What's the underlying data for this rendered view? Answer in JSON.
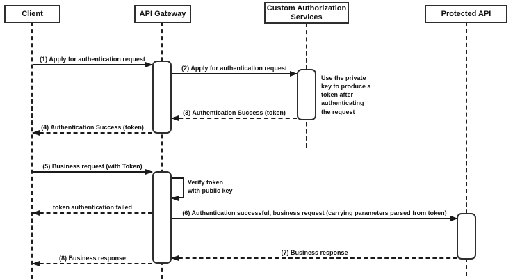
{
  "diagram_type": "sequence-diagram",
  "actors": [
    {
      "name": "Client"
    },
    {
      "name": "API Gateway"
    },
    {
      "name": "Custom Authorization Services"
    },
    {
      "name": "Protected API"
    }
  ],
  "messages": [
    {
      "label": "(1) Apply for authentication request",
      "from": "Client",
      "to": "API Gateway",
      "line": "solid",
      "direction": "right"
    },
    {
      "label": "(2) Apply for authentication request",
      "from": "API Gateway",
      "to": "Custom Authorization Services",
      "line": "solid",
      "direction": "right"
    },
    {
      "label": "(3) Authentication Success (token)",
      "from": "Custom Authorization Services",
      "to": "API Gateway",
      "line": "dashed",
      "direction": "left"
    },
    {
      "label": "(4) Authentication Success (token)",
      "from": "API Gateway",
      "to": "Client",
      "line": "dashed",
      "direction": "left"
    },
    {
      "label": "(5) Business request (with Token)",
      "from": "Client",
      "to": "API Gateway",
      "line": "solid",
      "direction": "right"
    },
    {
      "label": "token authentication failed",
      "from": "API Gateway",
      "to": "Client",
      "line": "dashed",
      "direction": "left"
    },
    {
      "label": "(6) Authentication successful, business request (carrying parameters parsed from token)",
      "from": "API Gateway",
      "to": "Protected API",
      "line": "solid",
      "direction": "right"
    },
    {
      "label": "(7) Business response",
      "from": "Protected API",
      "to": "API Gateway",
      "line": "dashed",
      "direction": "left"
    },
    {
      "label": "(8) Business response",
      "from": "API Gateway",
      "to": "Client",
      "line": "dashed",
      "direction": "left"
    }
  ],
  "self_message": {
    "label": "Verify token\nwith public key",
    "actor": "API Gateway"
  },
  "note": {
    "text": "Use the private\nkey to produce a\ntoken after\nauthenticating\nthe request"
  },
  "colors": {
    "background": "#ffffff",
    "line": "#1a1a1a",
    "box_border": "#2e2e2e",
    "box_fill": "#ffffff",
    "text": "#111111"
  }
}
